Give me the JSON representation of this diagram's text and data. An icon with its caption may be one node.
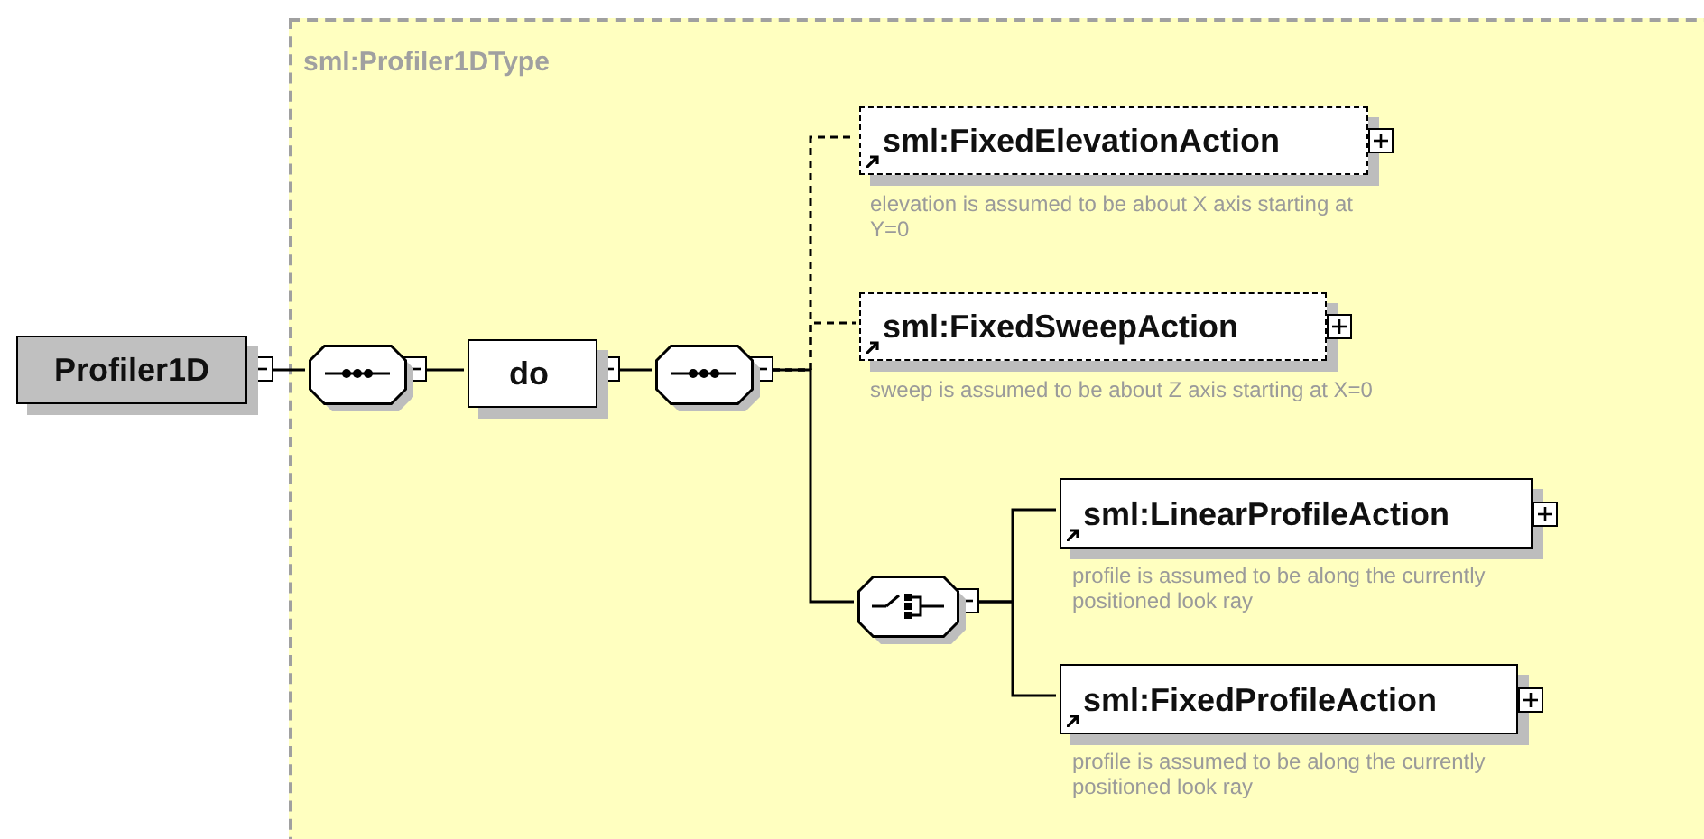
{
  "diagram": {
    "nodes": [
      {
        "text": [
          "sml:Profiler1DType"
        ]
      },
      {
        "text": [
          "Profiler1D"
        ]
      },
      {
        "text": [],
        "shape": "octagon",
        "in": 0
      },
      {
        "text": [
          "do"
        ],
        "in": 0
      },
      {
        "text": [],
        "shape": "octagon",
        "in": 0
      },
      {
        "text": [
          "sml:FixedElevationAction"
        ],
        "in": 0,
        "beside": [
          "elevation is assumed to be about  X axis starting at Y=0"
        ]
      },
      {
        "text": [
          "sml:FixedSweepAction"
        ],
        "in": 0,
        "beside": [
          "sweep is assumed to be about Z axis starting at X=0"
        ]
      },
      {
        "text": [],
        "shape": "octagon",
        "in": 0
      },
      {
        "text": [
          "sml:LinearProfileAction"
        ],
        "in": 0,
        "beside": [
          "profile is assumed to be along the currently positioned look ray"
        ]
      },
      {
        "text": [
          "sml:FixedProfileAction"
        ],
        "in": 0,
        "beside": [
          "profile is assumed to be along the currently positioned look ray"
        ]
      }
    ],
    "edges": [
      {
        "from": 1,
        "to": 2,
        "arrow": "other"
      },
      {
        "from": 2,
        "to": 3,
        "arrow": "other"
      },
      {
        "from": 3,
        "to": 4,
        "arrow": "other"
      },
      {
        "from": 4,
        "to": 5,
        "arrow": "other",
        "style": "dashed"
      },
      {
        "from": 4,
        "to": 6,
        "arrow": "other",
        "style": "dashed"
      },
      {
        "from": 4,
        "to": 7,
        "arrow": "other"
      },
      {
        "from": 7,
        "to": 8,
        "arrow": "other"
      },
      {
        "from": 7,
        "to": 9,
        "arrow": "other"
      }
    ]
  }
}
